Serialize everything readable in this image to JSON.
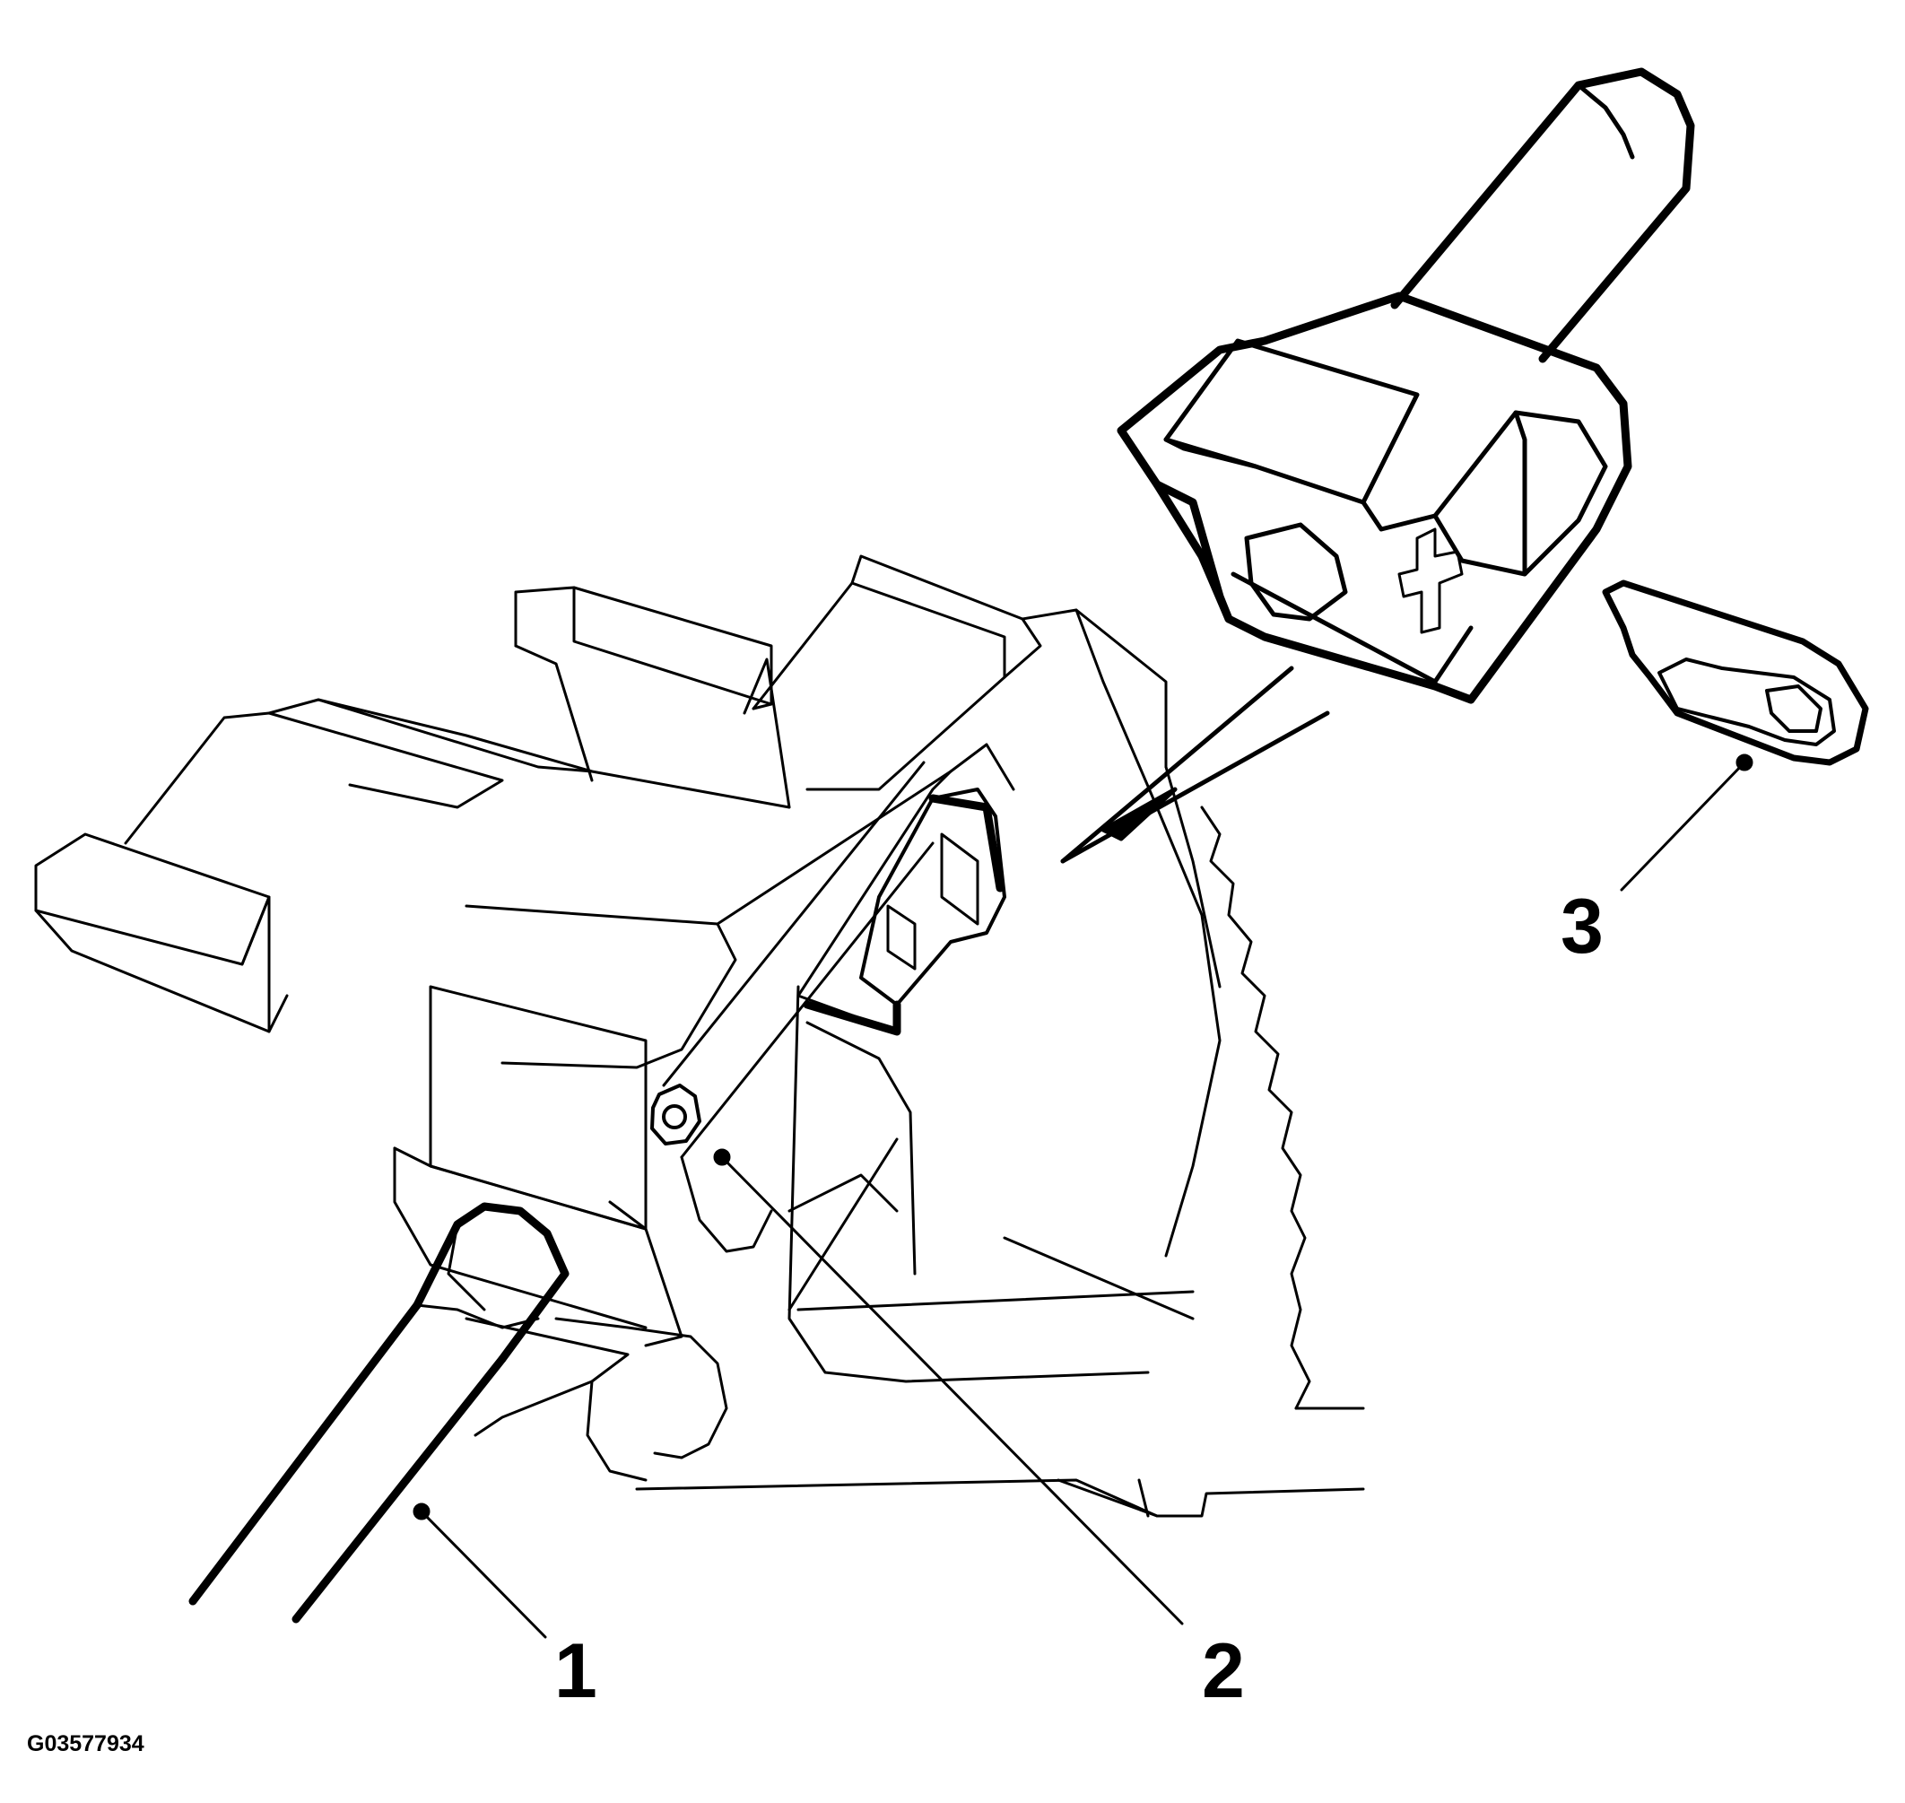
{
  "figure_id": "G03577934",
  "callouts": [
    {
      "label": "1",
      "part": "sensor-probe-rods"
    },
    {
      "label": "2",
      "part": "mounting-bolt"
    },
    {
      "label": "3",
      "part": "retaining-clip"
    }
  ],
  "colors": {
    "ink": "#000000",
    "paper": "#ffffff"
  }
}
